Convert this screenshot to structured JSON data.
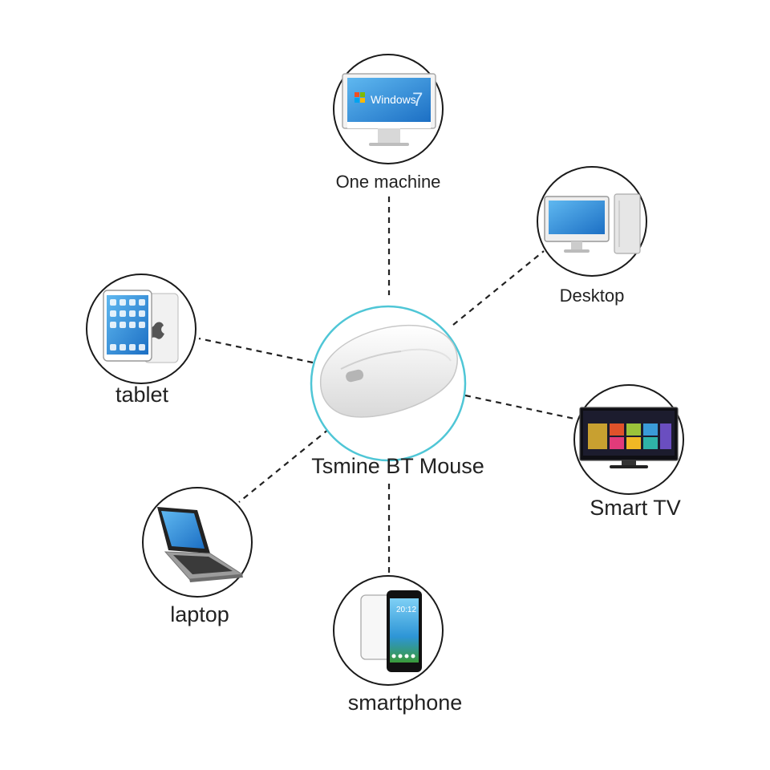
{
  "diagram": {
    "center": {
      "label": "Tsmine BT Mouse"
    },
    "nodes": [
      {
        "id": "one-machine",
        "label": "One machine",
        "icon": "all-in-one-computer-icon",
        "screen_text": "Windows",
        "screen_badge": "7"
      },
      {
        "id": "desktop",
        "label": "Desktop",
        "icon": "desktop-computer-icon"
      },
      {
        "id": "smart-tv",
        "label": "Smart TV",
        "icon": "smart-tv-icon"
      },
      {
        "id": "smartphone",
        "label": "smartphone",
        "icon": "smartphone-icon",
        "screen_text": "20:12"
      },
      {
        "id": "laptop",
        "label": "laptop",
        "icon": "laptop-icon"
      },
      {
        "id": "tablet",
        "label": "tablet",
        "icon": "tablet-icon"
      }
    ]
  },
  "colors": {
    "center_ring": "#4fc6d6",
    "node_ring": "#1a1a1a",
    "connector": "#222222",
    "screen_blue": "#2a8ad8",
    "tv_screen": "#1c1c2e"
  }
}
